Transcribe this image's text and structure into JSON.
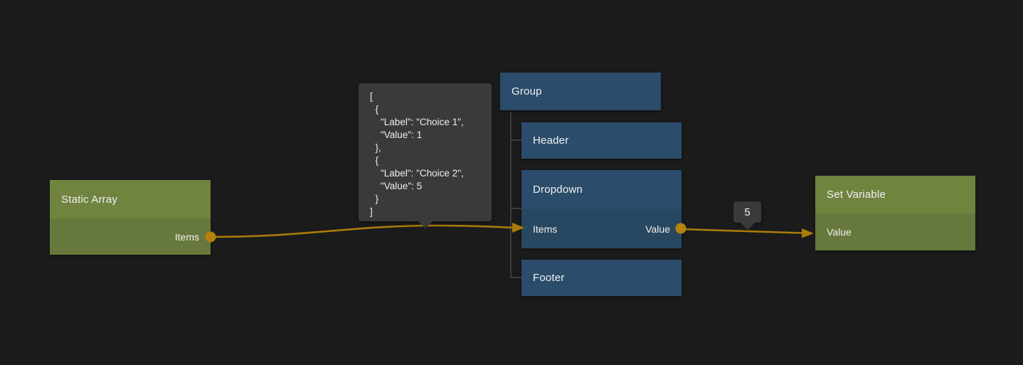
{
  "colors": {
    "bg": "#1b1b1b",
    "green_header": "#708440",
    "green_body": "#66783b",
    "blue_header": "#2b4c6b",
    "blue_body": "#284760",
    "wire": "#ab7b0a",
    "port": "#b5830d",
    "tooltip_bg": "#3a3a3a",
    "tree_line": "#4f4f4f",
    "text": "#f1f1ef"
  },
  "nodes": {
    "static_array": {
      "title": "Static Array",
      "output_label": "Items"
    },
    "group": {
      "title": "Group"
    },
    "header": {
      "title": "Header"
    },
    "dropdown": {
      "title": "Dropdown",
      "input_label": "Items",
      "output_label": "Value"
    },
    "footer": {
      "title": "Footer"
    },
    "set_variable": {
      "title": "Set Variable",
      "input_label": "Value"
    }
  },
  "tooltips": {
    "items_preview": {
      "lines": [
        "[",
        "  {",
        "    \"Label\": \"Choice 1\",",
        "    \"Value\": 1",
        "  },",
        "  {",
        "    \"Label\": \"Choice 2\",",
        "    \"Value\": 5",
        "  }",
        "]"
      ]
    },
    "value_preview": {
      "text": "5"
    }
  }
}
